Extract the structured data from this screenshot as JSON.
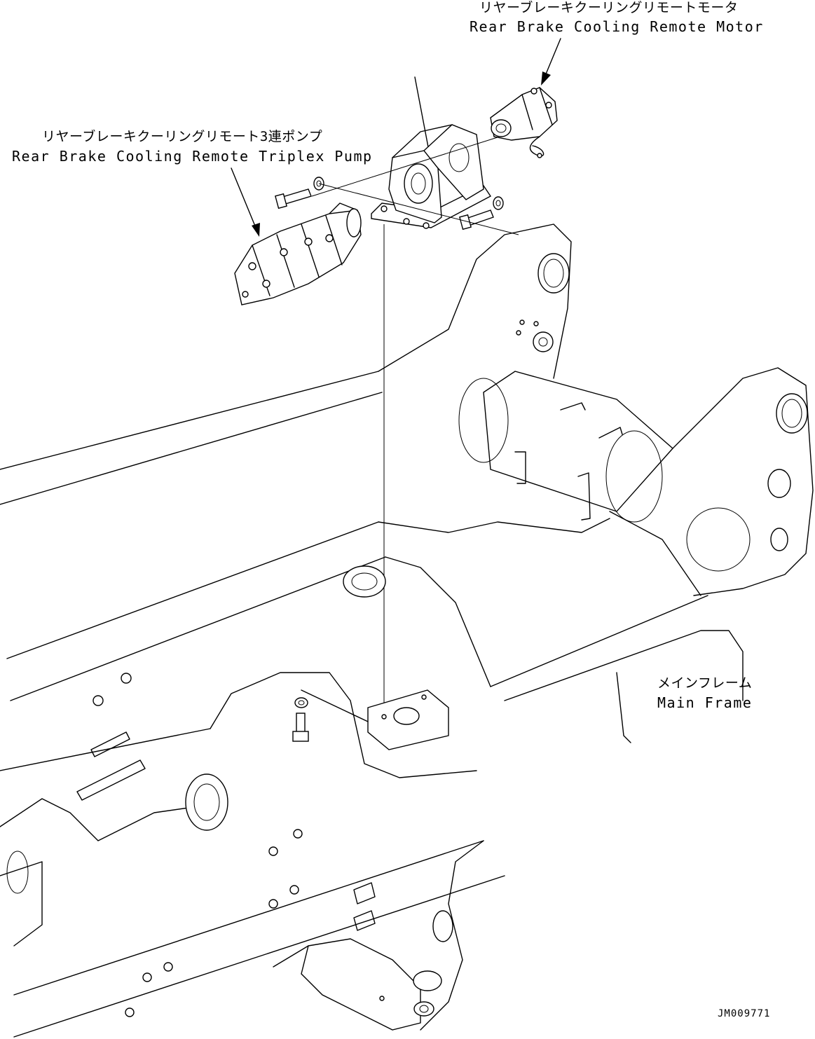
{
  "labels": {
    "motor_jp": "リヤーブレーキクーリングリモートモータ",
    "motor_en": "Rear Brake Cooling Remote Motor",
    "pump_jp": "リヤーブレーキクーリングリモート3連ポンプ",
    "pump_en": "Rear Brake Cooling Remote Triplex Pump",
    "frame_jp": "メインフレーム",
    "frame_en": "Main Frame",
    "drawing_code": "JM009771"
  },
  "colors": {
    "line": "#000000",
    "background": "#ffffff"
  }
}
